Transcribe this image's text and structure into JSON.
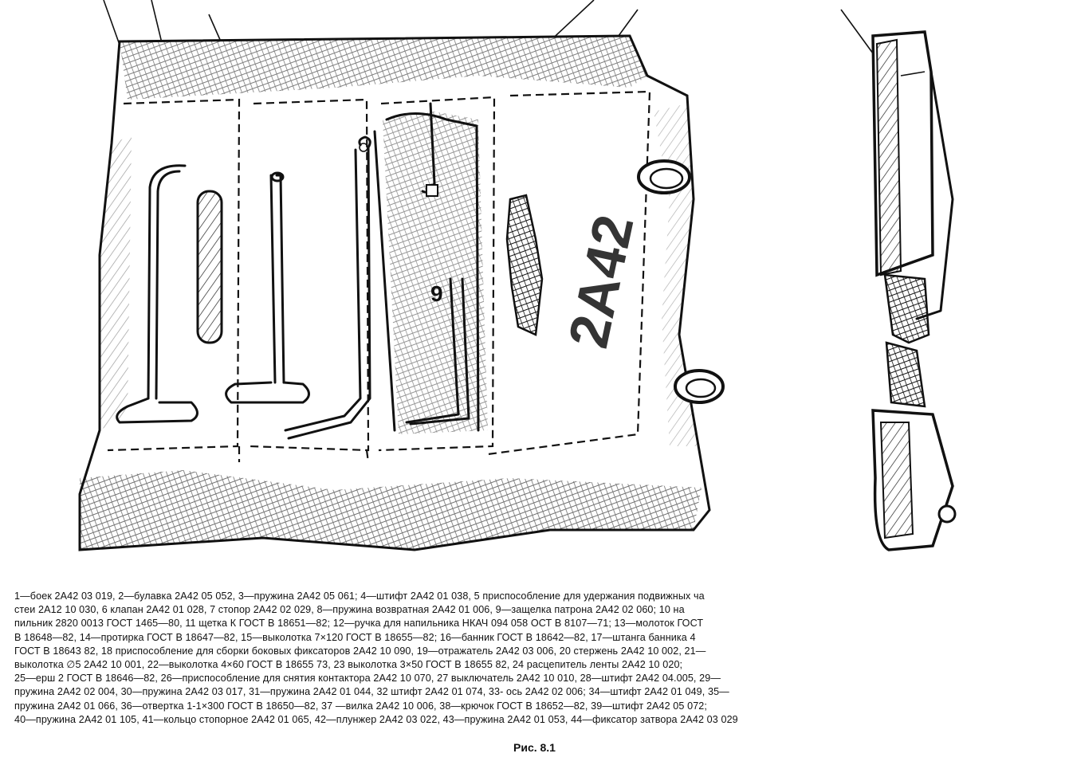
{
  "figure": {
    "pocket_number": "9",
    "stamp_text": "2А42",
    "caption": "Рис. 8.1",
    "legend_lines": [
      "1—боек 2А42 03 019, 2—булавка 2А42 05 052, 3—пружина 2А42 05 061; 4—штифт 2А42 01 038, 5 приспособление для удержания подвижных ча",
      "стеи 2А12 10 030, 6 клапан 2А42 01 028, 7 стопор 2А42 02 029, 8—пружина возвратная 2А42 01 006, 9—защелка патрона 2А42 02 060; 10 на",
      "пильник 2820 0013 ГОСТ 1465—80, 11 щетка К ГОСТ В 18651—82; 12—ручка для напильника НКАЧ 094 058 ОСТ В 8107—71; 13—молоток ГОСТ",
      "В 18648—82, 14—протирка ГОСТ В 18647—82, 15—выколотка 7×120 ГОСТ В 18655—82; 16—банник ГОСТ В 18642—82, 17—штанга банника 4",
      "ГОСТ В 18643 82, 18 приспособление для сборки боковых фиксаторов 2А42 10 090, 19—отражатель 2А42 03 006, 20 стержень 2А42 10 002, 21—",
      "выколотка ∅5 2А42 10 001, 22—выколотка 4×60 ГОСТ В 18655 73, 23 выколотка 3×50 ГОСТ В 18655 82, 24 расцепитель ленты 2А42 10 020;",
      "25—ерш 2 ГОСТ В 18646—82, 26—приспособление для снятия контактора 2А42 10 070, 27 выключатель 2А42 10 010, 28—штифт 2А42 04.005, 29—",
      "пружина 2А42 02 004, 30—пружина 2А42 03 017, 31—пружина 2А42 01 044, 32 штифт 2А42 01 074, 33- ось 2А42 02 006; 34—штифт 2А42 01 049, 35—",
      "пружина 2А42 01 066, 36—отвертка 1-1×300 ГОСТ В 18650—82, 37 —вилка 2А42 10 006, 38—крючок ГОСТ В 18652—82, 39—штифт 2А42 05 072;",
      "40—пружина 2А42 01 105, 41—кольцо стопорное 2А42 01 065, 42—плунжер 2А42 03 022, 43—пружина 2А42 01 053, 44—фиксатор затвора 2А42 03 029"
    ]
  }
}
